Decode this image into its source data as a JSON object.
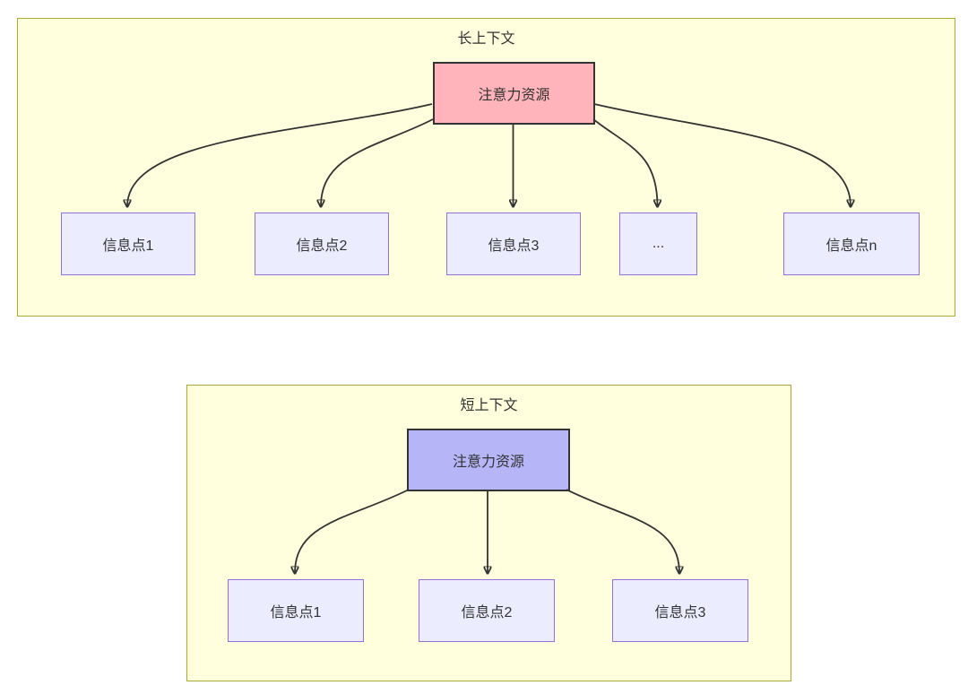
{
  "long_context_panel": {
    "title": "长上下文",
    "attention_label": "注意力资源",
    "info_nodes": [
      "信息点1",
      "信息点2",
      "信息点3",
      "...",
      "信息点n"
    ]
  },
  "short_context_panel": {
    "title": "短上下文",
    "attention_label": "注意力资源",
    "info_nodes": [
      "信息点1",
      "信息点2",
      "信息点3"
    ]
  },
  "colors": {
    "panel_fill": "#ffffde",
    "panel_border": "#aaaa33",
    "info_node_fill": "#ececff",
    "info_node_border": "#9370db",
    "long_attention_fill": "#ffb3ba",
    "short_attention_fill": "#b5b5f7",
    "attention_border": "#333333",
    "edge_color": "#333333",
    "text_color": "#333333"
  }
}
